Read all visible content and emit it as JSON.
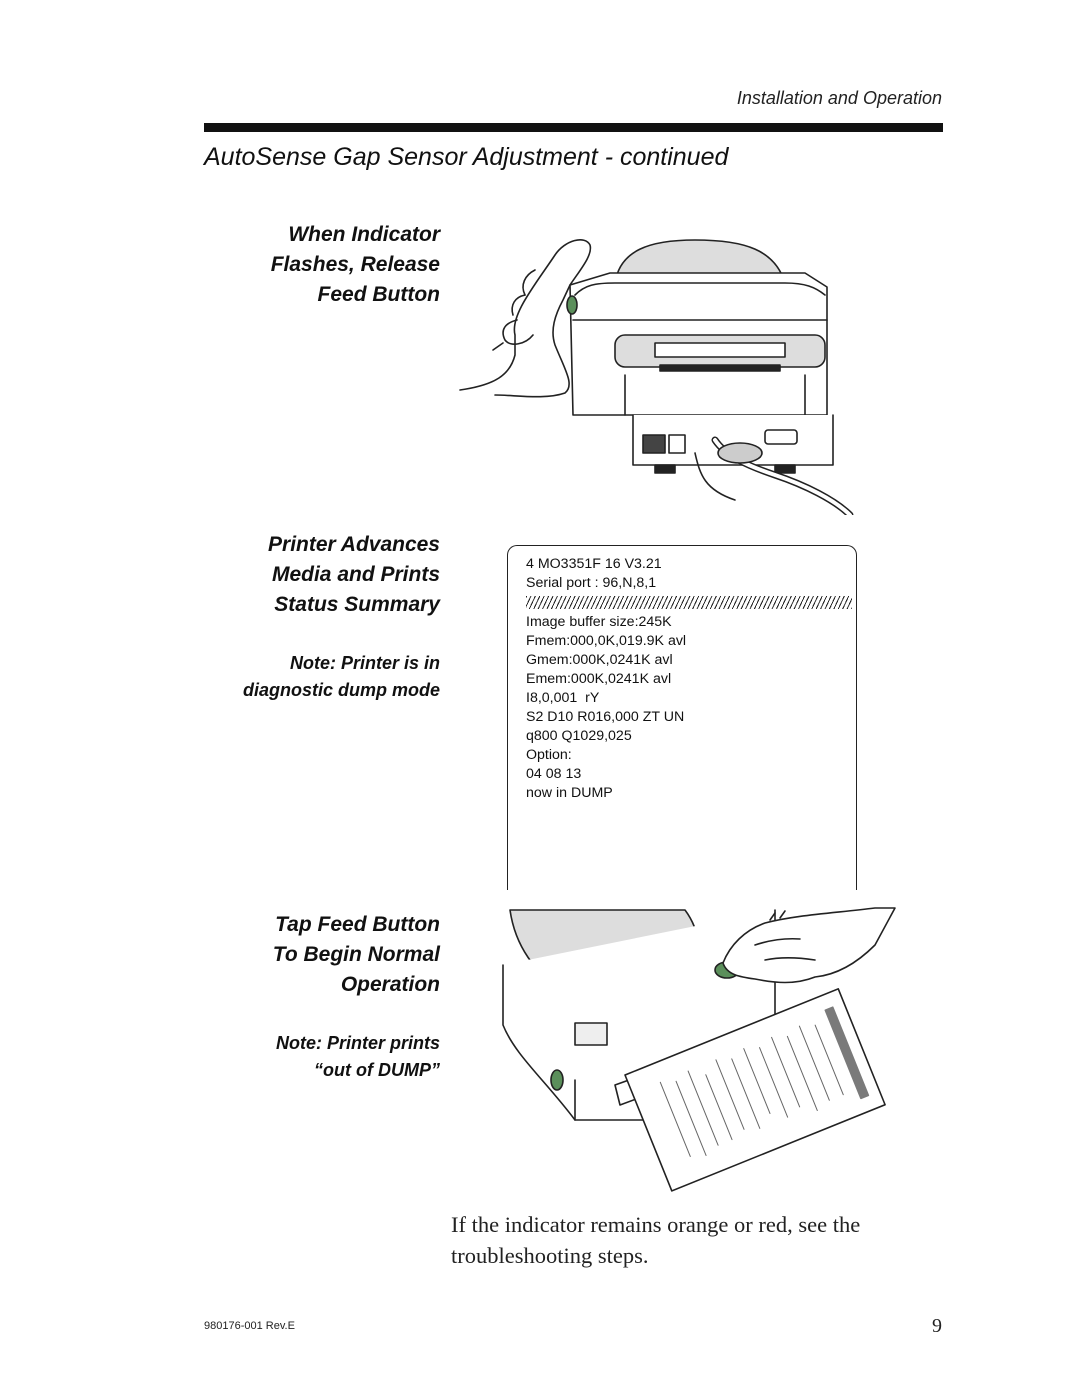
{
  "header": {
    "section": "Installation and Operation"
  },
  "title": "AutoSense Gap Sensor Adjustment - continued",
  "steps": [
    {
      "caption": [
        "When Indicator",
        "Flashes, Release",
        "Feed Button"
      ]
    },
    {
      "caption": [
        "Printer Advances",
        "Media and Prints",
        "Status Summary"
      ],
      "note": [
        "Note: Printer is in",
        "diagnostic dump mode"
      ]
    },
    {
      "caption": [
        "Tap Feed Button",
        "To Begin Normal",
        "Operation"
      ],
      "note": [
        "Note: Printer prints",
        "“out of DUMP”"
      ]
    }
  ],
  "status_label": {
    "lines": [
      "4 MO3351F 16 V3.21",
      "Serial port : 96,N,8,1"
    ],
    "lines2": [
      "Image buffer size:245K",
      "Fmem:000,0K,019.9K avl",
      "Gmem:000K,0241K avl",
      "Emem:000K,0241K avl",
      "I8,0,001  rY",
      "S2 D10 R016,000 ZT UN",
      "q800 Q1029,025",
      "Option:",
      "04 08 13",
      "now in DUMP"
    ]
  },
  "body": [
    "If the indicator remains orange or red, see the",
    "troubleshooting steps."
  ],
  "footer": {
    "doc_number": "980176-001 Rev.E",
    "page_number": "9"
  }
}
